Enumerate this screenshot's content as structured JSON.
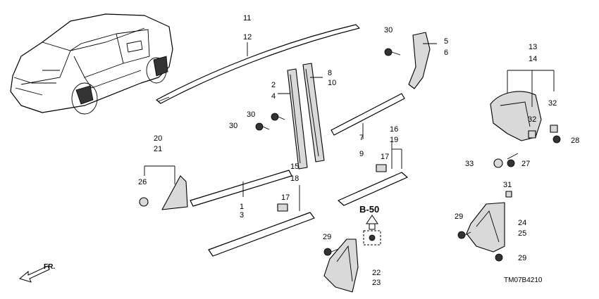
{
  "callouts": {
    "c1": "1",
    "c2": "2",
    "c3": "3",
    "c4": "4",
    "c5": "5",
    "c6": "6",
    "c7": "7",
    "c8": "8",
    "c9": "9",
    "c10": "10",
    "c11": "11",
    "c12": "12",
    "c13": "13",
    "c14": "14",
    "c15": "15",
    "c16": "16",
    "c17a": "17",
    "c17b": "17",
    "c18": "18",
    "c19": "19",
    "c20": "20",
    "c21": "21",
    "c22": "22",
    "c23": "23",
    "c24": "24",
    "c25": "25",
    "c26": "26",
    "c27": "27",
    "c28": "28",
    "c29a": "29",
    "c29b": "29",
    "c29c": "29",
    "c30a": "30",
    "c30b": "30",
    "c30c": "30",
    "c31": "31",
    "c32a": "32",
    "c32b": "32",
    "c33": "33"
  },
  "reference_label": "B-50",
  "front_label": "FR.",
  "diagram_code": "TM07B4210"
}
